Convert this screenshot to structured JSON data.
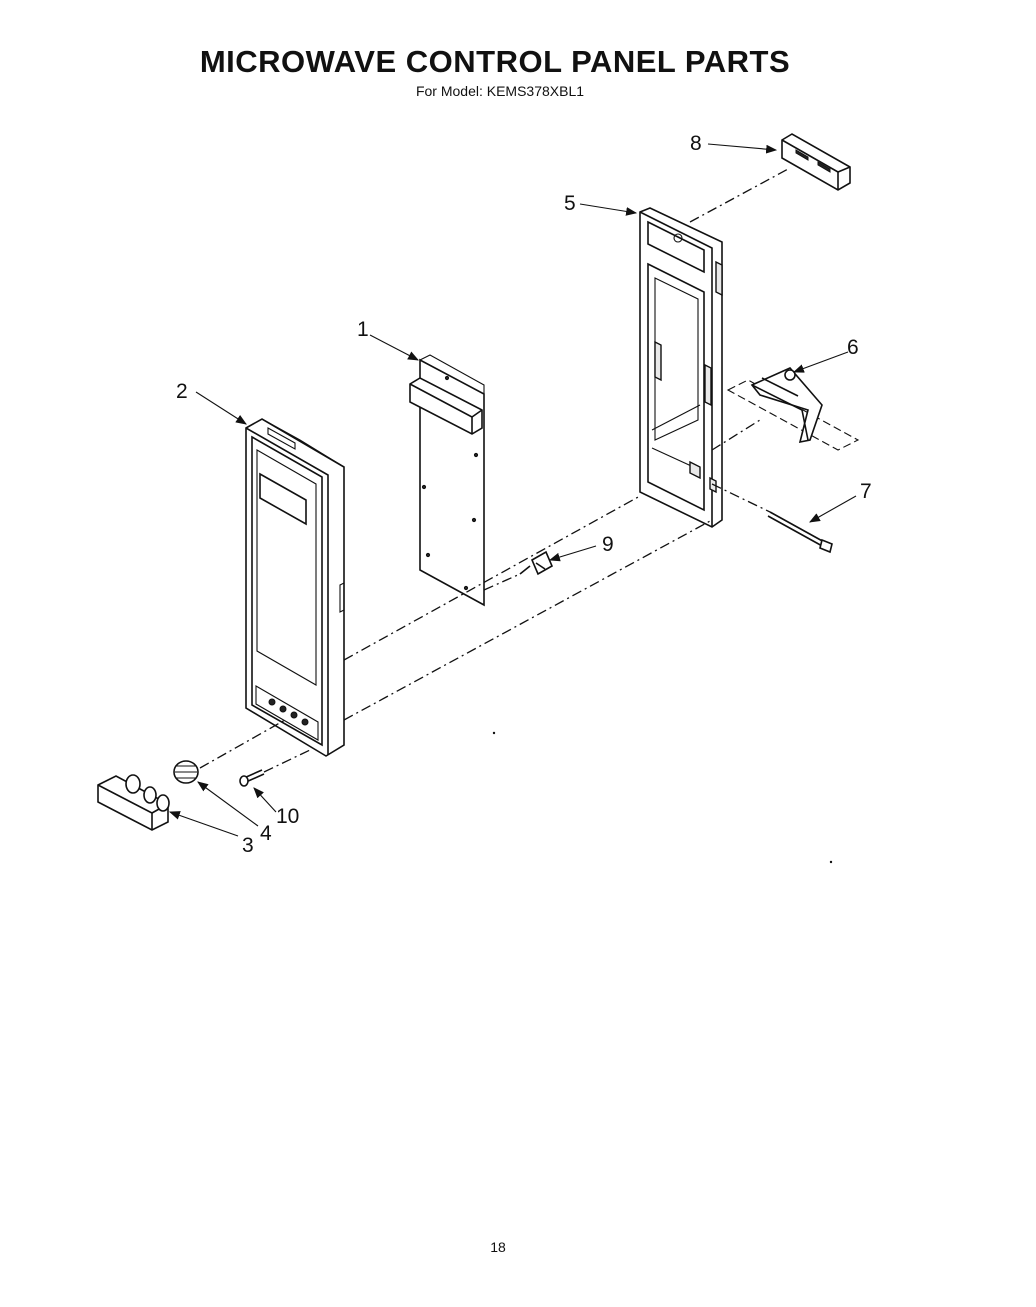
{
  "header": {
    "title": "MICROWAVE CONTROL PANEL PARTS",
    "subtitle": "For Model: KEMS378XBL1"
  },
  "callouts": [
    "1",
    "2",
    "3",
    "4",
    "5",
    "6",
    "7",
    "8",
    "9",
    "10"
  ],
  "footer": {
    "page_number": "18"
  }
}
